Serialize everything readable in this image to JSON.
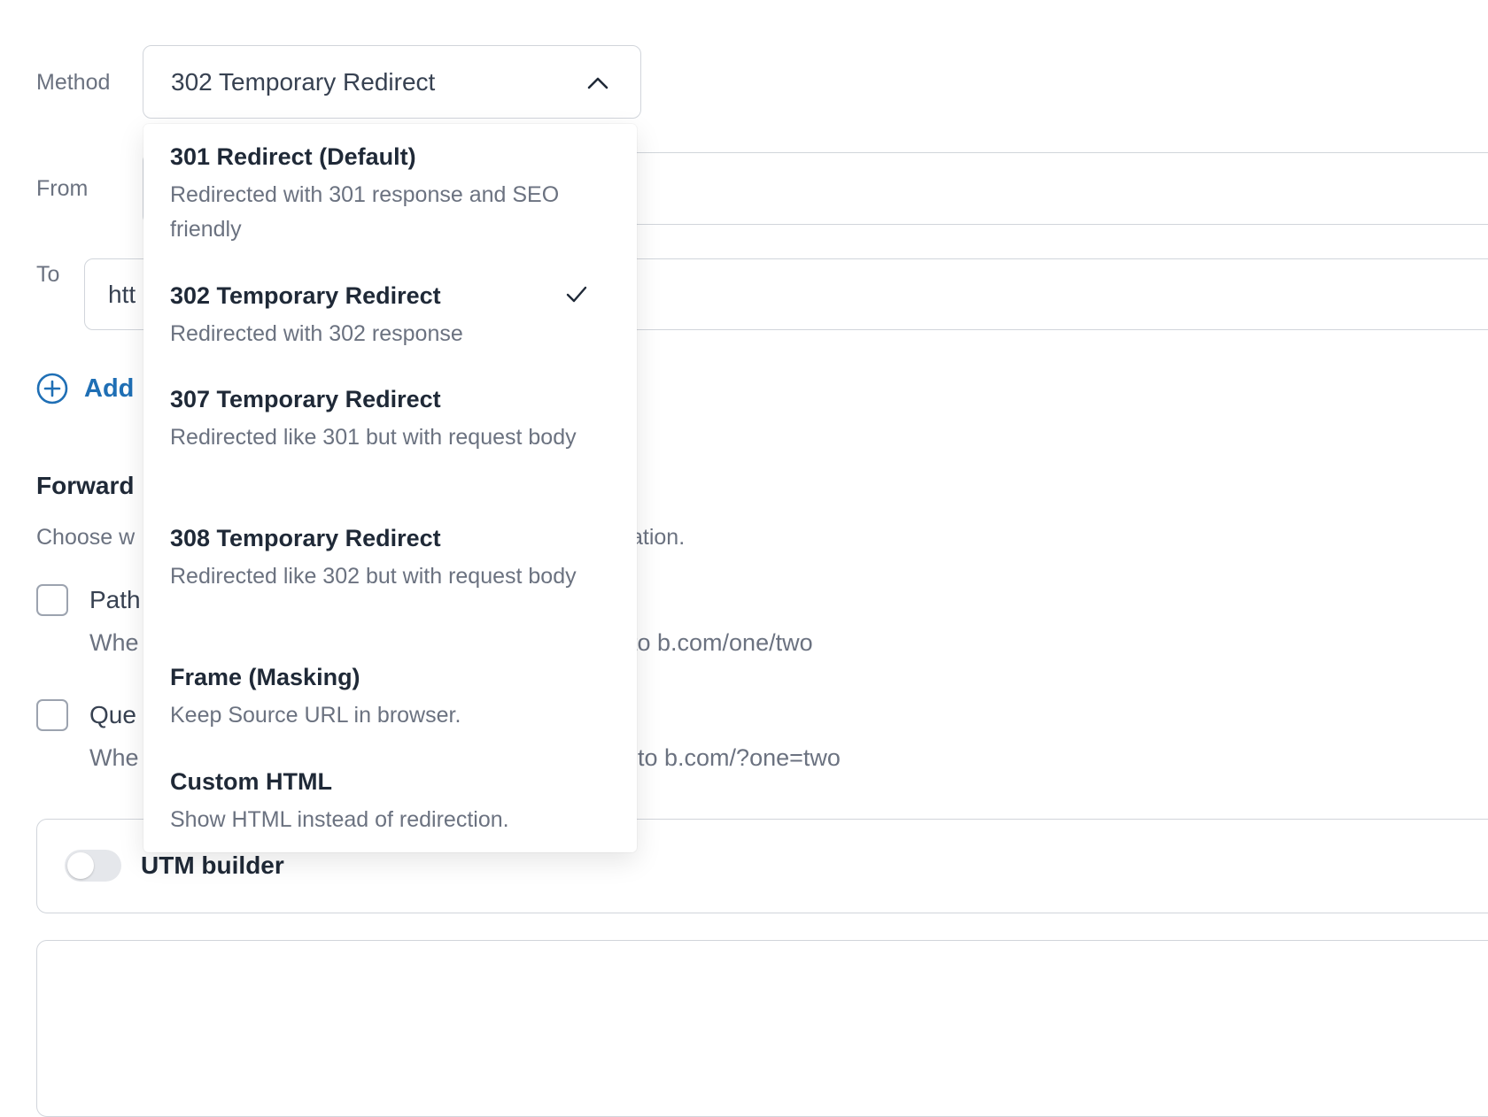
{
  "method": {
    "label": "Method",
    "selected": "302 Temporary Redirect",
    "icon": "chevron-up-icon"
  },
  "from": {
    "label": "From"
  },
  "to": {
    "label": "To",
    "value": "htt"
  },
  "add": {
    "label": "Add",
    "icon": "plus-circle-icon",
    "color": "#1f6fb5"
  },
  "forward": {
    "heading": "Forward",
    "description_start": "Choose w",
    "description_end": "ation.",
    "options": [
      {
        "label": "Path",
        "help_start": "Whe",
        "help_end": "to b.com/one/two",
        "checked": false
      },
      {
        "label": "Que",
        "help_start": "Whe",
        "help_end": "t to b.com/?one=two",
        "checked": false
      }
    ]
  },
  "utm": {
    "label": "UTM builder",
    "enabled": false
  },
  "dropdown": {
    "options": [
      {
        "title": "301 Redirect (Default)",
        "desc": "Redirected with 301 response and SEO friendly",
        "selected": false
      },
      {
        "title": "302 Temporary Redirect",
        "desc": "Redirected with 302 response",
        "selected": true
      },
      {
        "title": "307 Temporary Redirect",
        "desc": "Redirected like 301 but with request body",
        "selected": false
      },
      {
        "title": "308 Temporary Redirect",
        "desc": "Redirected like 302 but with request body",
        "selected": false
      },
      {
        "title": "Frame (Masking)",
        "desc": "Keep Source URL in browser.",
        "selected": false
      },
      {
        "title": "Custom HTML",
        "desc": "Show HTML instead of redirection.",
        "selected": false
      }
    ]
  }
}
